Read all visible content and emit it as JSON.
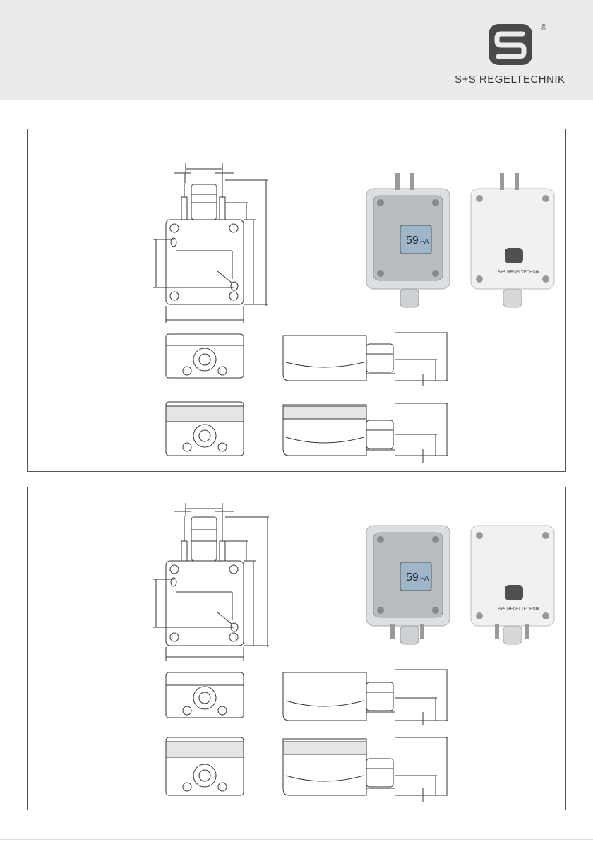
{
  "brand": {
    "name": "S+S REGELTECHNIK",
    "registered": "®",
    "logo_icon": "ss-logo-icon"
  },
  "panels": [
    {
      "variant": "top-connection",
      "display_reading": "59",
      "display_unit": "PA",
      "device_label": "S+S REGELTECHNIK"
    },
    {
      "variant": "bottom-connection",
      "display_reading": "59",
      "display_unit": "PA",
      "device_label": "S+S REGELTECHNIK"
    }
  ]
}
